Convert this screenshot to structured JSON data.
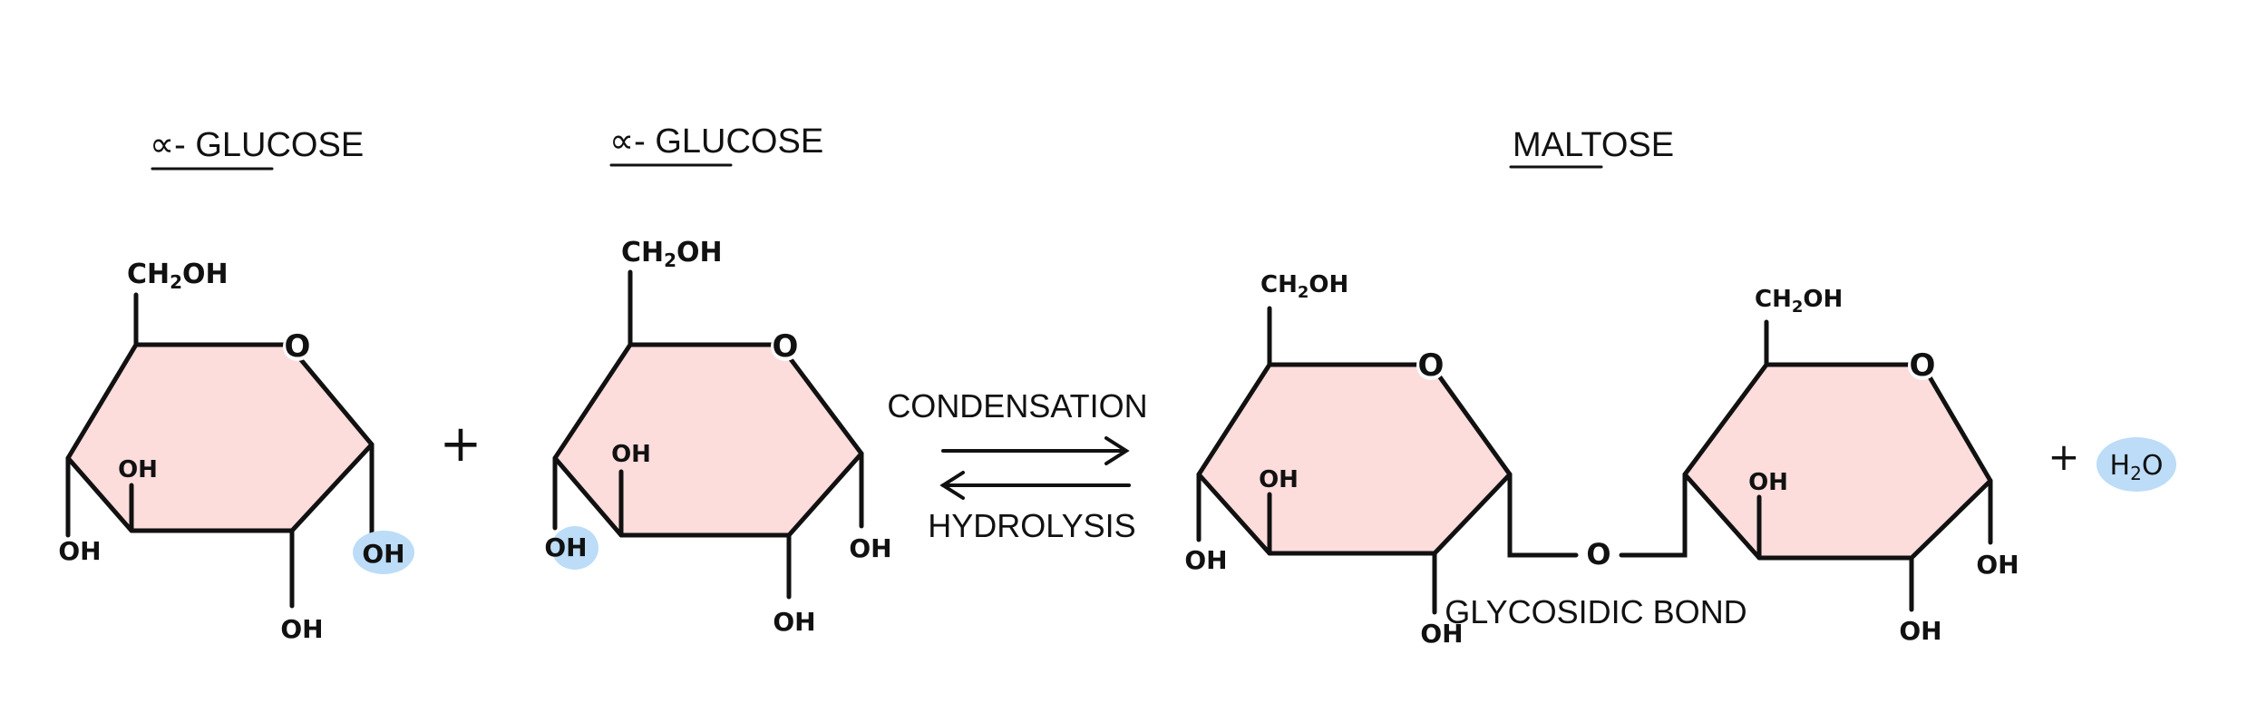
{
  "labels": {
    "glucose_1": "∝- GLUCOSE",
    "glucose_2": "∝- GLUCOSE",
    "maltose": "MALTOSE",
    "condensation": "CONDENSATION",
    "hydrolysis": "HYDROLYSIS",
    "glycosidic_bond": "GLYCOSIDIC BOND",
    "plus": "+",
    "oh": "OH",
    "o": "O",
    "ch2oh_main": "CH",
    "ch2oh_sub": "2",
    "ch2oh_tail": "OH",
    "h2o_main": "H",
    "h2o_sub": "2",
    "h2o_tail": "O"
  },
  "colors": {
    "ring_fill": "#fddcdc",
    "highlight": "#bcdcf7",
    "ink": "#111111"
  }
}
